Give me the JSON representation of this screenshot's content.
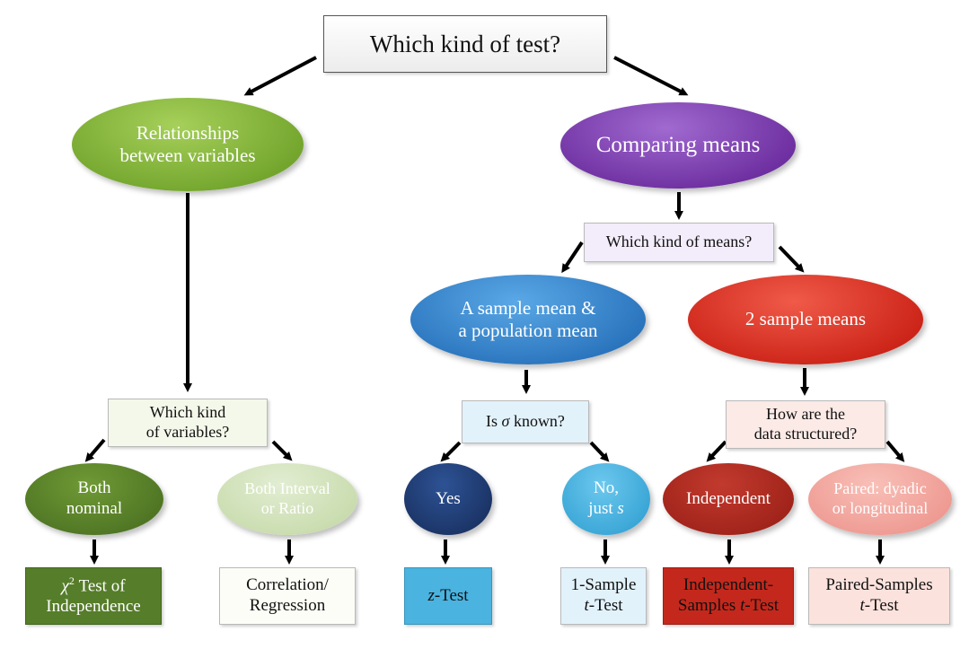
{
  "nodes": {
    "root": {
      "text": "Which kind  of test?"
    },
    "relationships": {
      "text": "Relationships\nbetween variables"
    },
    "comparing": {
      "text": "Comparing  means"
    },
    "which_means": {
      "text": "Which kind of means?"
    },
    "sample_population": {
      "text": "A sample mean &\na population mean"
    },
    "two_sample": {
      "text": "2 sample means"
    },
    "which_variables": {
      "text": "Which kind\nof variables?"
    },
    "sigma_known": {
      "pre": "Is ",
      "sym": "σ",
      "post": " known?"
    },
    "data_structured": {
      "text": "How are the\ndata structured?"
    },
    "both_nominal": {
      "text": "Both\nnominal"
    },
    "both_interval": {
      "text": "Both Interval\nor Ratio"
    },
    "yes": {
      "text": "Yes"
    },
    "no_just_s": {
      "line1": "No,",
      "line2_pre": "just ",
      "line2_sym": "s"
    },
    "independent": {
      "text": "Independent"
    },
    "paired": {
      "text": "Paired: dyadic\nor longitudinal"
    },
    "chi_square": {
      "sym": "χ",
      "sup": "2",
      "line1_post": " Test of",
      "line2": "Independence"
    },
    "correlation": {
      "text": "Correlation/\nRegression"
    },
    "z_test": {
      "sym": "z",
      "post": "-Test"
    },
    "one_sample": {
      "line1": "1-Sample",
      "line2_sym": "t",
      "line2_post": "-Test"
    },
    "independent_samples": {
      "line1": "Independent-",
      "line2_pre": "Samples ",
      "line2_sym": "t",
      "line2_post": "-Test"
    },
    "paired_samples": {
      "line1": "Paired-Samples",
      "line2_sym": "t",
      "line2_post": "-Test"
    }
  },
  "colors": {
    "green_dark": "#567d2a",
    "green_light": "#d6e5c3",
    "green_oval": "#7fb23a",
    "purple": "#7a3eab",
    "blue": "#2f7fc7",
    "navy": "#1f3f78",
    "cyan": "#4ab3e0",
    "red": "#d62a1e",
    "red_dark": "#b0231a",
    "pink": "#f2a7a0",
    "cream_box": "#fbfbe8",
    "lavender_box": "#f3ecfa",
    "lightblue_box": "#e2f2fb",
    "pink_box": "#fbeae6",
    "green_box": "#f4f8ea"
  }
}
